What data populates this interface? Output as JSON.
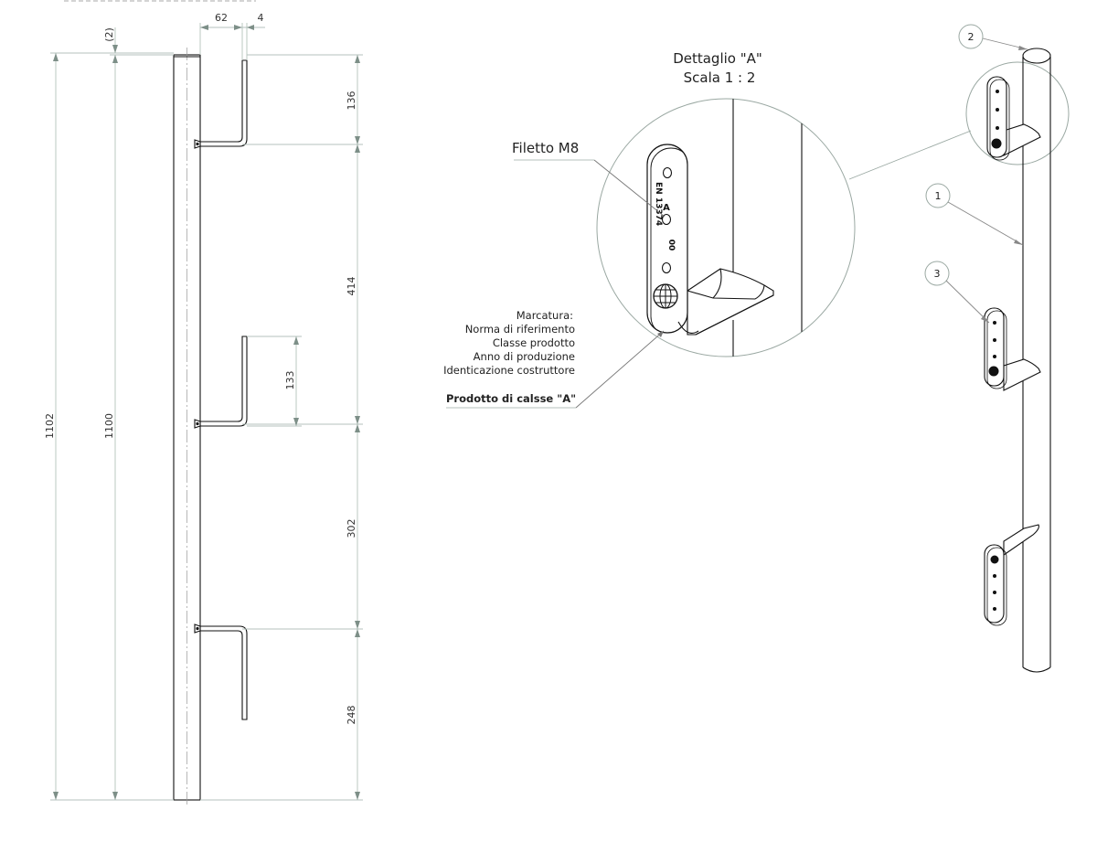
{
  "front_view": {
    "dimensions": {
      "total_height": "1102",
      "tube_height": "1100",
      "cap_offset": "(2)",
      "hook_projection": "62",
      "plate_thickness": "4",
      "gap_top": "136",
      "gap_upper": "414",
      "hook_height": "133",
      "gap_lower": "302",
      "gap_bottom": "248"
    }
  },
  "detail": {
    "title": "Dettaglio \"A\"",
    "scale": "Scala 1 : 2",
    "thread_label": "Filetto M8",
    "marking": {
      "heading": "Marcatura:",
      "lines": [
        "Norma di riferimento",
        "Classe prodotto",
        "Anno di produzione",
        "Identicazione costruttore"
      ],
      "product_class": "Prodotto di calsse \"A\""
    },
    "plate_text": {
      "norm": "EN 13374",
      "class": "A",
      "year": "00"
    }
  },
  "iso_view": {
    "balloons": {
      "tube": "1",
      "cap": "2",
      "bracket": "3"
    }
  }
}
